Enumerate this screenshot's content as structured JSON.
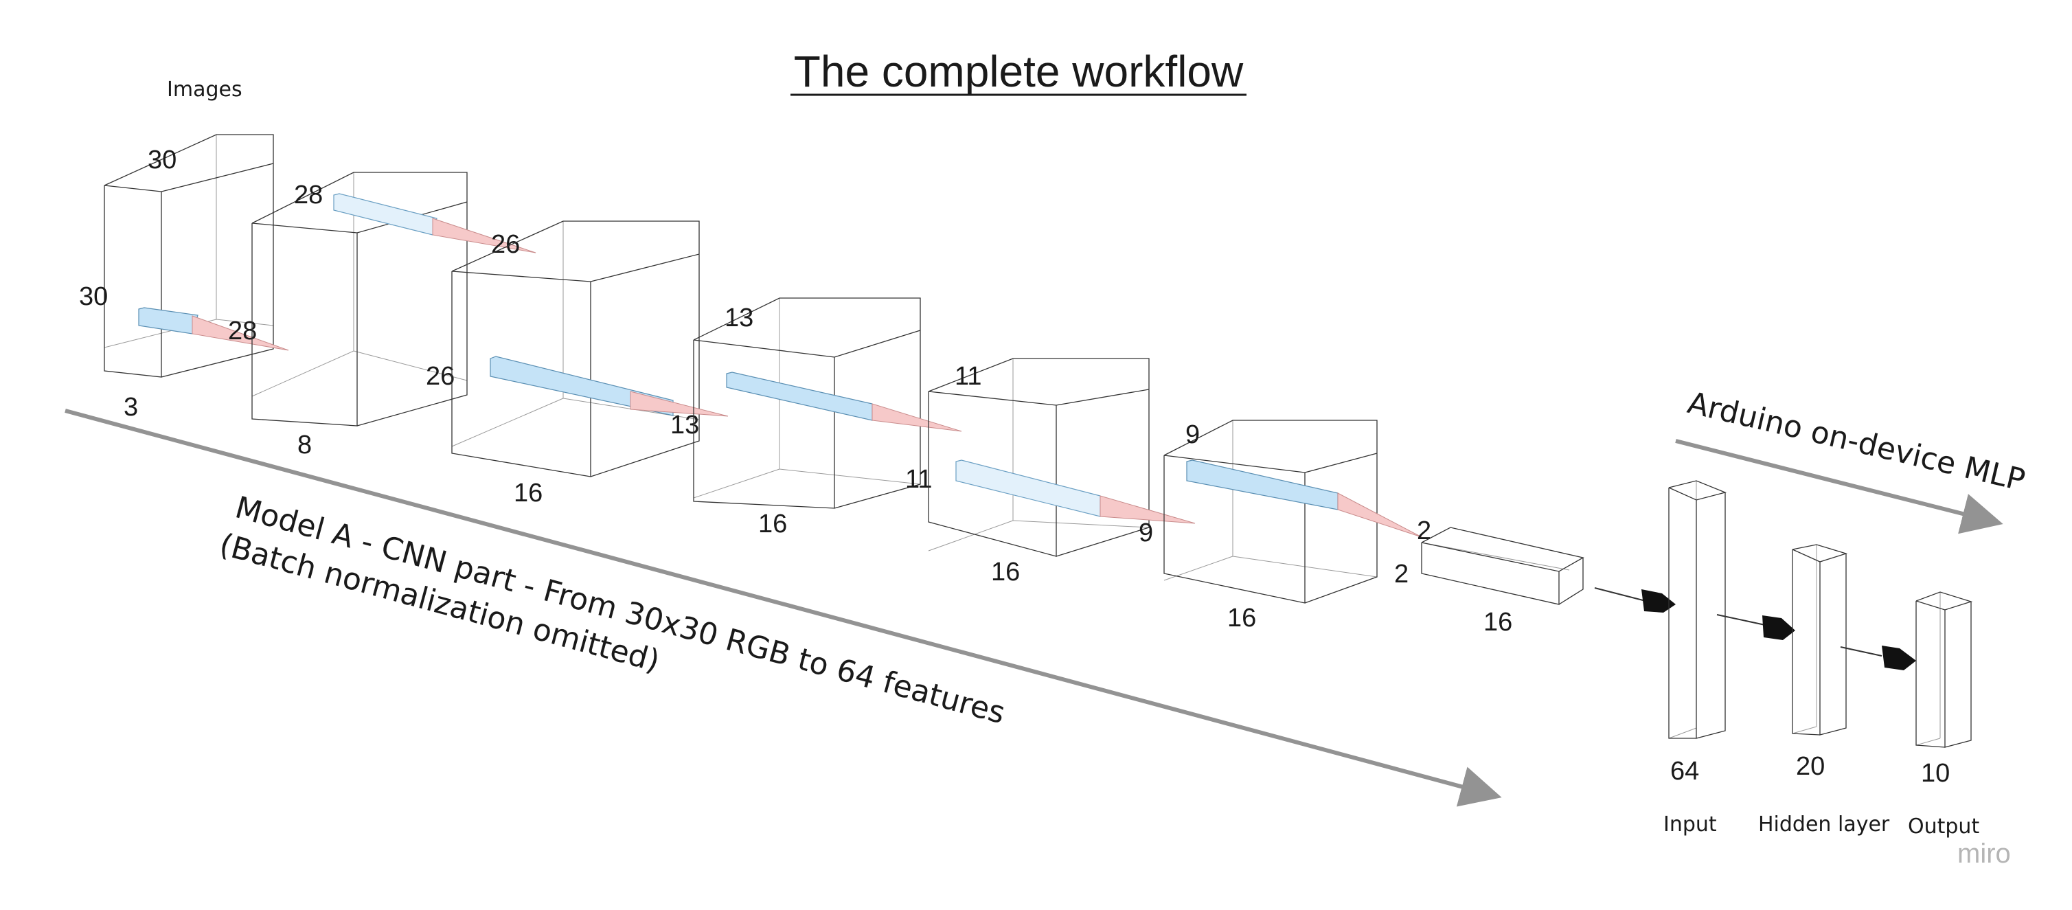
{
  "title": "The complete workflow",
  "images_label": "Images",
  "cnn": {
    "label_line1": "Model A - CNN part - From 30x30 RGB to 64 features",
    "label_line2": "(Batch normalization omitted)",
    "blocks": [
      {
        "top": "30",
        "side": "30",
        "depth": "3",
        "kernel_out": "28"
      },
      {
        "top": "28",
        "kernel_out": "26",
        "side": "26",
        "depth": "8"
      },
      {
        "kernel_out": "13",
        "depth": "16"
      },
      {
        "top": "13",
        "side": "11",
        "depth": "16"
      },
      {
        "top": "11",
        "kernel_out": "9",
        "depth": "16"
      },
      {
        "top": "9",
        "kernel_out": "2",
        "side": "2",
        "depth": "16"
      },
      {
        "depth": "16"
      }
    ]
  },
  "mlp": {
    "label": "Arduino on-device MLP",
    "layers": [
      {
        "size": "64",
        "name": "Input"
      },
      {
        "size": "20",
        "name": "Hidden layer"
      },
      {
        "size": "10",
        "name": "Output"
      }
    ]
  },
  "watermark": "miro",
  "colors": {
    "kernel_blue": "#c5e3f7",
    "kernel_red": "#f6c9c9",
    "arrow_gray": "#939393",
    "edge": "#333333"
  }
}
